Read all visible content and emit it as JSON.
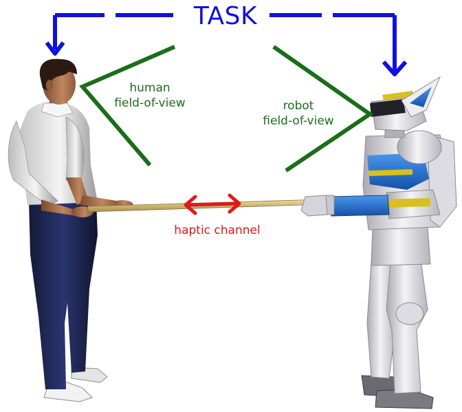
{
  "task": {
    "label": "TASK",
    "color": "#1010e0"
  },
  "human": {
    "fov_label_line1": "human",
    "fov_label_line2": "field-of-view"
  },
  "robot": {
    "fov_label_line1": "robot",
    "fov_label_line2": "field-of-view"
  },
  "haptic": {
    "label": "haptic channel",
    "color": "#e01818"
  },
  "colors": {
    "fov": "#1a6e1a",
    "pole": "#d8c27a",
    "robot_blue": "#1e6fd0",
    "robot_yellow": "#d8c020",
    "robot_body": "#e6e6ea",
    "shirt": "#eeeeee",
    "pants": "#1f2a55",
    "skin": "#a8714d",
    "hair": "#2a1a12"
  }
}
